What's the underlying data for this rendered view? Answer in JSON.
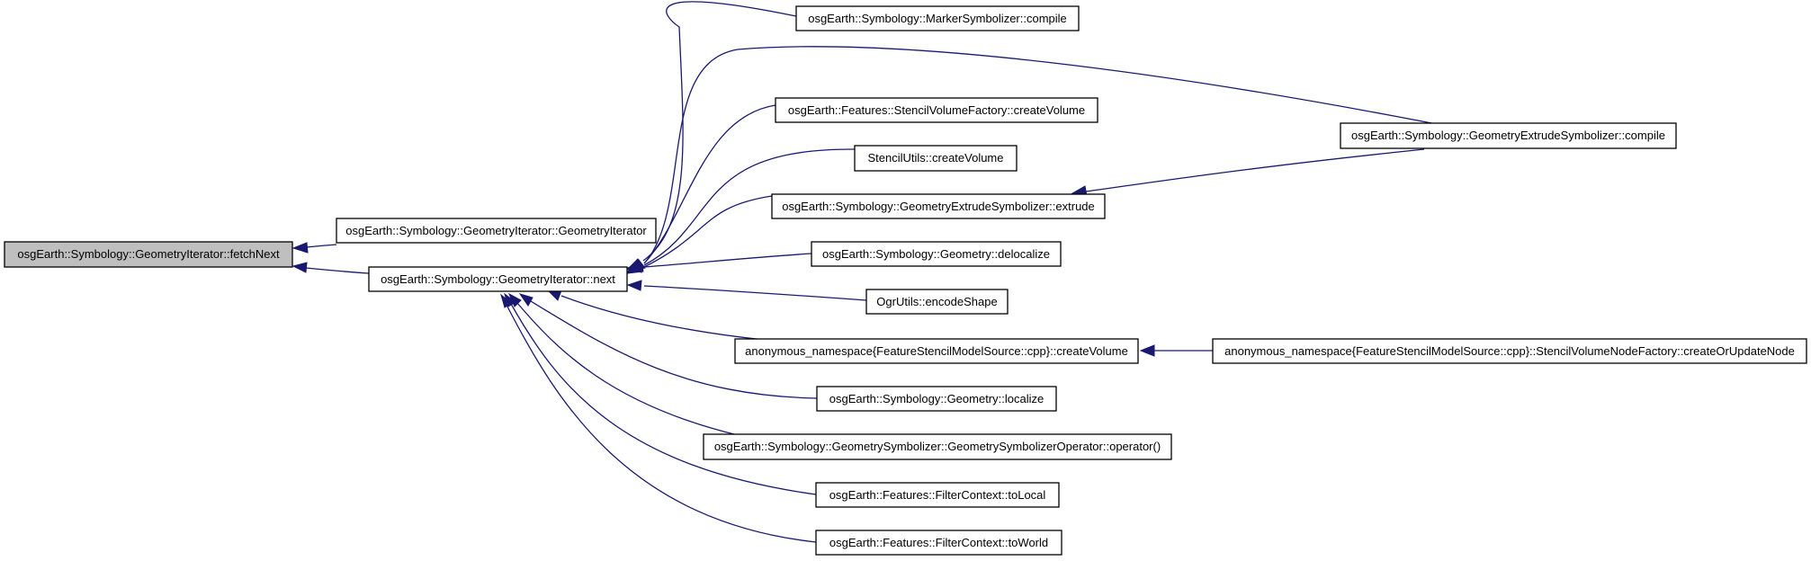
{
  "nodes": {
    "root": "osgEarth::Symbology::GeometryIterator::fetchNext",
    "ctor": "osgEarth::Symbology::GeometryIterator::GeometryIterator",
    "next": "osgEarth::Symbology::GeometryIterator::next",
    "marker": "osgEarth::Symbology::MarkerSymbolizer::compile",
    "stencilfactory": "osgEarth::Features::StencilVolumeFactory::createVolume",
    "stencilutils": "StencilUtils::createVolume",
    "extrude": "osgEarth::Symbology::GeometryExtrudeSymbolizer::extrude",
    "extrudecompile": "osgEarth::Symbology::GeometryExtrudeSymbolizer::compile",
    "delocalize": "osgEarth::Symbology::Geometry::delocalize",
    "ogr": "OgrUtils::encodeShape",
    "anoncreate": "anonymous_namespace{FeatureStencilModelSource::cpp}::createVolume",
    "anonfactory": "anonymous_namespace{FeatureStencilModelSource::cpp}::StencilVolumeNodeFactory::createOrUpdateNode",
    "localize": "osgEarth::Symbology::Geometry::localize",
    "operator": "osgEarth::Symbology::GeometrySymbolizer::GeometrySymbolizerOperator::operator()",
    "tolocal": "osgEarth::Features::FilterContext::toLocal",
    "toworld": "osgEarth::Features::FilterContext::toWorld"
  },
  "colors": {
    "edge": "#191970",
    "root_fill": "#bfbfbf",
    "node_fill": "#ffffff",
    "border": "#000000"
  }
}
